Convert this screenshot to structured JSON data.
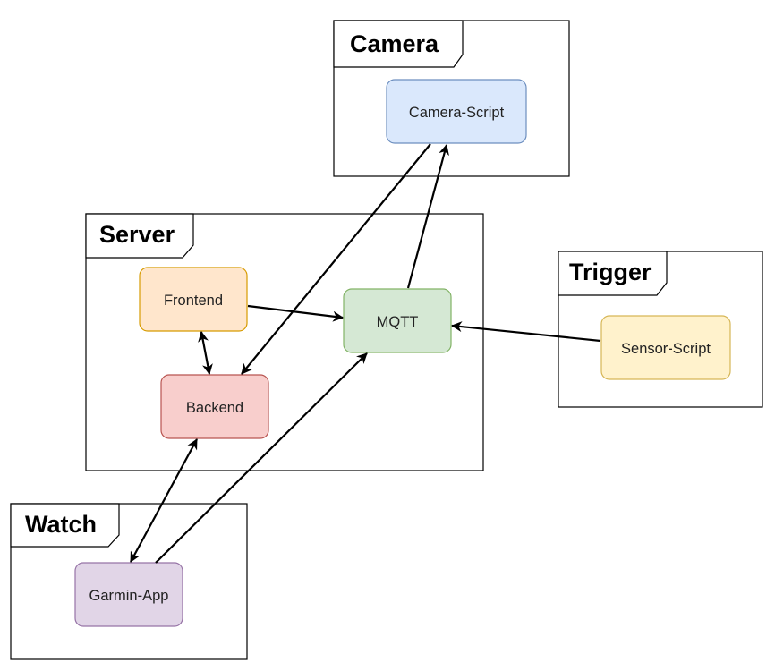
{
  "frames": {
    "camera": {
      "title": "Camera"
    },
    "server": {
      "title": "Server"
    },
    "trigger": {
      "title": "Trigger"
    },
    "watch": {
      "title": "Watch"
    }
  },
  "nodes": {
    "camera_script": {
      "label": "Camera-Script",
      "fill": "#dae8fc",
      "stroke": "#6c8ebf"
    },
    "frontend": {
      "label": "Frontend",
      "fill": "#ffe6cc",
      "stroke": "#d79b00"
    },
    "mqtt": {
      "label": "MQTT",
      "fill": "#d5e8d4",
      "stroke": "#82b366"
    },
    "backend": {
      "label": "Backend",
      "fill": "#f8cecc",
      "stroke": "#b85450"
    },
    "sensor_script": {
      "label": "Sensor-Script",
      "fill": "#fff2cc",
      "stroke": "#d6b656"
    },
    "garmin_app": {
      "label": "Garmin-App",
      "fill": "#e1d5e7",
      "stroke": "#9673a6"
    }
  },
  "edges": [
    {
      "from": "camera_script",
      "to": "backend",
      "direction": "forward"
    },
    {
      "from": "mqtt",
      "to": "camera_script",
      "direction": "forward"
    },
    {
      "from": "frontend",
      "to": "mqtt",
      "direction": "forward"
    },
    {
      "from": "sensor_script",
      "to": "mqtt",
      "direction": "forward"
    },
    {
      "from": "frontend",
      "to": "backend",
      "direction": "both"
    },
    {
      "from": "backend",
      "to": "garmin_app",
      "direction": "both"
    },
    {
      "from": "garmin_app",
      "to": "mqtt",
      "direction": "forward"
    }
  ]
}
